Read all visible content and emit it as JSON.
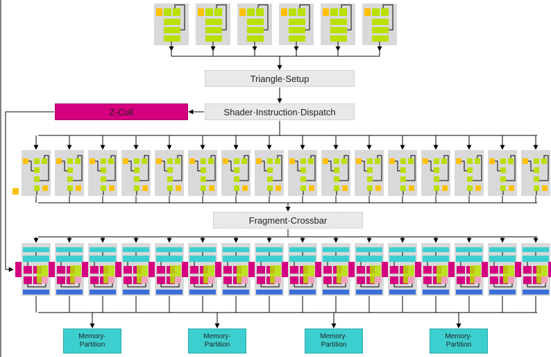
{
  "labels": {
    "triangle_setup": "Triangle·Setup",
    "shader_dispatch": "Shader·Instruction·Dispatch",
    "z_cull": "Z-Cull",
    "fragment_crossbar": "Fragment·Crossbar",
    "memory_partition_line1": "Memory·",
    "memory_partition_line2": "Partition"
  },
  "counts": {
    "vertex_units": 6,
    "fragment_units": 16,
    "rop_units": 16,
    "memory_partitions": 4
  },
  "colors": {
    "vertex_orange": "#ffc000",
    "shader_green": "#b8e000",
    "unit_bg": "#d9d9d9",
    "zcull_magenta": "#d5007f",
    "teal": "#3dcfcf",
    "blue": "#3a6fd8",
    "pink": "#f0a0c0"
  }
}
